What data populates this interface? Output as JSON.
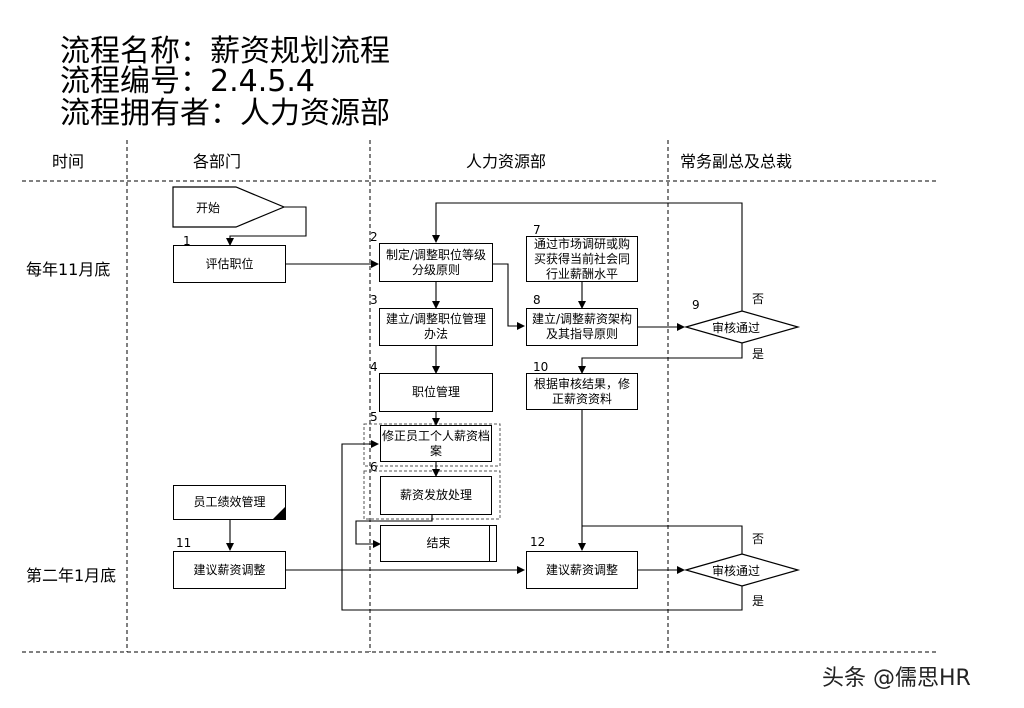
{
  "header": {
    "name_line": "流程名称：薪资规划流程",
    "number_line": "流程编号：2.4.5.4",
    "owner_line": "流程拥有者：人力资源部"
  },
  "lanes": {
    "time": "时间",
    "departments": "各部门",
    "hr": "人力资源部",
    "executive": "常务副总及总裁"
  },
  "time_labels": {
    "november": "每年11月底",
    "january": "第二年1月底"
  },
  "nodes": {
    "start": {
      "label": "开始"
    },
    "n1": {
      "num": "1",
      "label": "评估职位"
    },
    "n2": {
      "num": "2",
      "label": "制定/调整职位等级分级原则"
    },
    "n3": {
      "num": "3",
      "label": "建立/调整职位管理办法"
    },
    "n4": {
      "num": "4",
      "label": "职位管理"
    },
    "n5": {
      "num": "5",
      "label": "修正员工个人薪资档案"
    },
    "n6": {
      "num": "6",
      "label": "薪资发放处理"
    },
    "n7": {
      "num": "7",
      "label": "通过市场调研或购买获得当前社会同行业薪酬水平"
    },
    "n8": {
      "num": "8",
      "label": "建立/调整薪资架构及其指导原则"
    },
    "n9": {
      "num": "9",
      "label": "审核通过"
    },
    "n10": {
      "num": "10",
      "label": "根据审核结果，修正薪资资料"
    },
    "perf": {
      "label": "员工绩效管理"
    },
    "n11": {
      "num": "11",
      "label": "建议薪资调整"
    },
    "n12": {
      "num": "12",
      "label": "建议薪资调整"
    },
    "d2": {
      "label": "审核通过"
    },
    "end": {
      "label": "结束"
    }
  },
  "decision_labels": {
    "no": "否",
    "yes": "是"
  },
  "watermark": "头条 @儒思HR"
}
